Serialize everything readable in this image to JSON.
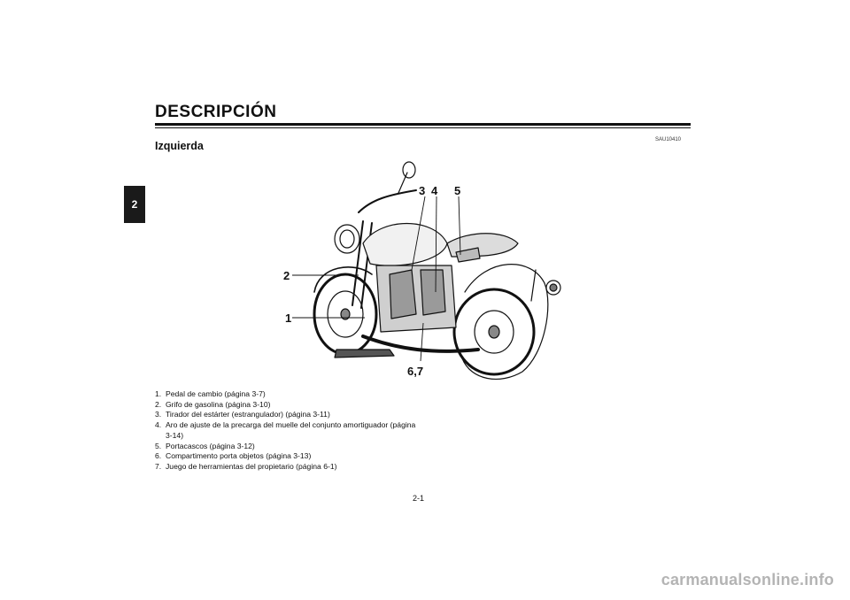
{
  "chapter_tab": "2",
  "title": "DESCRIPCIÓN",
  "code": "SAU10410",
  "subtitle": "Izquierda",
  "callouts": {
    "c1": "1",
    "c2": "2",
    "c3": "3",
    "c4": "4",
    "c5": "5",
    "c67": "6,7"
  },
  "legend": [
    {
      "num": "1.",
      "text": "Pedal de cambio (página 3-7)"
    },
    {
      "num": "2.",
      "text": "Grifo de gasolina (página 3-10)"
    },
    {
      "num": "3.",
      "text": "Tirador del estárter (estrangulador) (página 3-11)"
    },
    {
      "num": "4.",
      "text": "Aro de ajuste de la precarga del muelle del conjunto amortiguador (página 3-14)"
    },
    {
      "num": "5.",
      "text": "Portacascos (página 3-12)"
    },
    {
      "num": "6.",
      "text": "Compartimento porta objetos (página 3-13)"
    },
    {
      "num": "7.",
      "text": "Juego de herramientas del propietario (página 6-1)"
    }
  ],
  "page_number": "2-1",
  "watermark": "carmanualsonline.info"
}
